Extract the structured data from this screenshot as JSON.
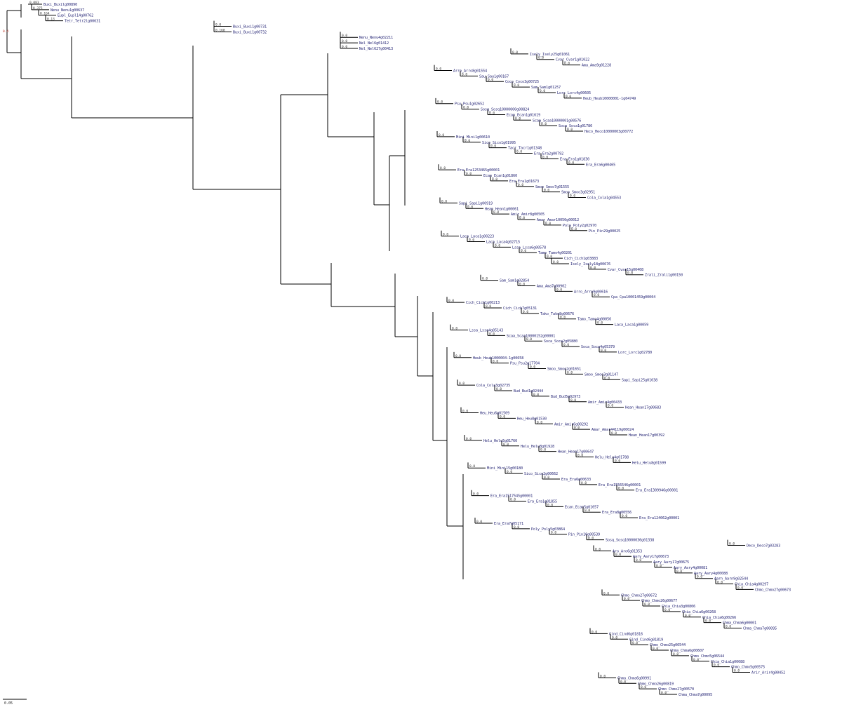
{
  "tree": {
    "scale_label": "0.05",
    "root_support": "0.4",
    "tips": [
      {
        "label": "Buxi_Buxilg00890",
        "length": "0.083"
      },
      {
        "label": "Nenu_Nenu1g00637",
        "length": "0.375"
      },
      {
        "label": "Eupl_Eupl14g00762",
        "length": "0.164"
      },
      {
        "label": "Tetr_Tetr2lg00631",
        "length": "0.13"
      },
      {
        "label": "Buxi_Buxi1g00731",
        "length": "0.0"
      },
      {
        "label": "Buxi_Buxi1g00732",
        "length": "0.168"
      },
      {
        "label": "Nenu_Nenu4g02211",
        "length": "0.0"
      },
      {
        "label": "Nel_Nel6g01412",
        "length": "0.0"
      },
      {
        "label": "Nel_Nel627g00413",
        "length": "0.0"
      },
      {
        "label": "Isely_Isely25g01061",
        "length": "0.0"
      },
      {
        "label": "Cvar_Cvar1g01022",
        "length": "0.0"
      },
      {
        "label": "Ama_Ama9g01228",
        "length": "0.0"
      },
      {
        "label": "Arro_Arro8g01554",
        "length": "0.0"
      },
      {
        "label": "Sau_Sau1g00167",
        "length": "0.0"
      },
      {
        "label": "Coco_Coco3g00725",
        "length": "0.0"
      },
      {
        "label": "Sam_Sam1g01257",
        "length": "0.0"
      },
      {
        "label": "Lorc_Lorc4g00605",
        "length": "0.0"
      },
      {
        "label": "Heub_Heub10000001-1g04749",
        "length": "0.0"
      },
      {
        "label": "Psu_Psu1g02652",
        "length": "0.0"
      },
      {
        "label": "Sosq_Sosq10000000g00824",
        "length": "0.0"
      },
      {
        "label": "Ecan_Ecan1g01619",
        "length": "0.0"
      },
      {
        "label": "Scaa_Scaa10000001g00576",
        "length": "0.0"
      },
      {
        "label": "Soca_Soca1g01786",
        "length": "0.0"
      },
      {
        "label": "Heco_Heco10000003g00772",
        "length": "0.0"
      },
      {
        "label": "Mini_Mini1g00610",
        "length": "0.0"
      },
      {
        "label": "Sico_Sico1g01995",
        "length": "0.0"
      },
      {
        "label": "Tacr_Tacr1g01348",
        "length": "0.0"
      },
      {
        "label": "Era_Era2g00792",
        "length": "0.0"
      },
      {
        "label": "Era_Era1g01830",
        "length": "0.0"
      },
      {
        "label": "Era_Era6g00465",
        "length": "0.0"
      },
      {
        "label": "Era_Era1253465g00001",
        "length": "0.0"
      },
      {
        "label": "Ecan_Ecan1g01860",
        "length": "0.0"
      },
      {
        "label": "Era_Era1g01673",
        "length": "0.0"
      },
      {
        "label": "Smoo_Smoo7g01555",
        "length": "0.0"
      },
      {
        "label": "Smoo_Smoo3g02951",
        "length": "0.0"
      },
      {
        "label": "Cola_Cola1g04553",
        "length": "0.0"
      },
      {
        "label": "Sapi_Sapi1g00919",
        "length": "0.0"
      },
      {
        "label": "Hean_Hean1g00061",
        "length": "0.0"
      },
      {
        "label": "Amir_Amir8g00505",
        "length": "0.0"
      },
      {
        "label": "Amar_Amar10050g00012",
        "length": "0.0"
      },
      {
        "label": "Poly_Poly2g02970",
        "length": "0.0"
      },
      {
        "label": "Pin_Pin29g00025",
        "length": "0.0"
      },
      {
        "label": "Laca_Laca1g00223",
        "length": "0.0"
      },
      {
        "label": "Laca_Laca4g02715",
        "length": "0.0"
      },
      {
        "label": "Lssa_Lssa6g00578",
        "length": "0.0"
      },
      {
        "label": "Tamo_Tamo4g00201",
        "length": "0.0"
      },
      {
        "label": "Cich_Cich1g03883",
        "length": "0.0"
      },
      {
        "label": "Isely_Isely18g00676",
        "length": "0.0"
      },
      {
        "label": "Cvar_Cvar15g00408",
        "length": "0.0"
      },
      {
        "label": "Zrali_Zrali1g00150",
        "length": "0.0"
      },
      {
        "label": "Sam_Sam1g02854",
        "length": "0.0"
      },
      {
        "label": "Ama_Ama7g00902",
        "length": "0.0"
      },
      {
        "label": "Arro_Arro9g00616",
        "length": "0.0"
      },
      {
        "label": "Cpa_Cpa10001459g00004",
        "length": "0.0"
      },
      {
        "label": "Cich_Cich1g00213",
        "length": "0.0"
      },
      {
        "label": "Cich_Cich7g05131",
        "length": "0.0"
      },
      {
        "label": "Tako_Tako8g00676",
        "length": "0.0"
      },
      {
        "label": "Tamo_Tamo4g00056",
        "length": "0.0"
      },
      {
        "label": "Laca_Laca1g00059",
        "length": "0.0"
      },
      {
        "label": "Lssa_Lssa4g05143",
        "length": "0.0"
      },
      {
        "label": "Scaa_Scaa10000152g00001",
        "length": "0.0"
      },
      {
        "label": "Soca_Soca2g05880",
        "length": "0.0"
      },
      {
        "label": "Soca_Soca4g05379",
        "length": "0.0"
      },
      {
        "label": "Lorc_Lorc1g02780",
        "length": "0.0"
      },
      {
        "label": "Heub_Heub1000004-1g00658",
        "length": "0.0"
      },
      {
        "label": "Psu_Psu2g17704",
        "length": "0.0"
      },
      {
        "label": "Smoo_Smoo2g01651",
        "length": "0.0"
      },
      {
        "label": "Smoo_Smoo3g01147",
        "length": "0.0"
      },
      {
        "label": "Sapi_Sapi25g01038",
        "length": "0.0"
      },
      {
        "label": "Cola_Cola3g02735",
        "length": "0.0"
      },
      {
        "label": "Bud_Bud1g02444",
        "length": "0.0"
      },
      {
        "label": "Bud_Bud5g02973",
        "length": "0.0"
      },
      {
        "label": "Amir_Amir4g00433",
        "length": "0.0"
      },
      {
        "label": "Hean_Hean17g00683",
        "length": "0.0"
      },
      {
        "label": "Heu_Heu6g01509",
        "length": "0.0"
      },
      {
        "label": "Heu_Heu8g01530",
        "length": "0.0"
      },
      {
        "label": "Amir_Amir6g00292",
        "length": "0.0"
      },
      {
        "label": "Amar_Amar44119g00024",
        "length": "0.0"
      },
      {
        "label": "Hean_Hean17g00392",
        "length": "0.0"
      },
      {
        "label": "Helu_Helu5g01760",
        "length": "0.0"
      },
      {
        "label": "Helu_Helu8g01928",
        "length": "0.0"
      },
      {
        "label": "Hean_Hean17g00647",
        "length": "0.0"
      },
      {
        "label": "Helu_Helu4g01788",
        "length": "0.0"
      },
      {
        "label": "Helu_Helu8g01599",
        "length": "0.0"
      },
      {
        "label": "Mini_Mini15g00180",
        "length": "0.0"
      },
      {
        "label": "Sico_Sico2g00662",
        "length": "0.0"
      },
      {
        "label": "Era_Era6g00633",
        "length": "0.0"
      },
      {
        "label": "Era_Era1556546g00001",
        "length": "0.0"
      },
      {
        "label": "Era_Era1309946g00001",
        "length": "0.0"
      },
      {
        "label": "Era_Era1517545g00001",
        "length": "0.0"
      },
      {
        "label": "Era_Era1g01855",
        "length": "0.0"
      },
      {
        "label": "Ecan_Ecan5g01657",
        "length": "0.0"
      },
      {
        "label": "Era_Era8g00556",
        "length": "0.0"
      },
      {
        "label": "Era_Era124062g00001",
        "length": "0.0"
      },
      {
        "label": "Era_Era7g05171",
        "length": "0.0"
      },
      {
        "label": "Poly_Poly5g03864",
        "length": "0.0"
      },
      {
        "label": "Pin_Pin10g00539",
        "length": "0.0"
      },
      {
        "label": "Sosq_Sosq10000036g01338",
        "length": "0.0"
      },
      {
        "label": "Deco_Deco7g03283",
        "length": "0.0"
      },
      {
        "label": "Aro_Aro6g01353",
        "length": "0.0"
      },
      {
        "label": "Aary_Aary17g00673",
        "length": "0.0"
      },
      {
        "label": "Aary_Aary17g00675",
        "length": "0.0"
      },
      {
        "label": "Aary_Aary4g00081",
        "length": "0.0"
      },
      {
        "label": "Aary_Aary4g00088",
        "length": "0.0"
      },
      {
        "label": "Aarn_Aarn9g02544",
        "length": "0.0"
      },
      {
        "label": "Chia_Chia4g00297",
        "length": "0.0"
      },
      {
        "label": "Chmo_Chmo27g00673",
        "length": "0.0"
      },
      {
        "label": "Chmo_Chmo27g00672",
        "length": "0.0"
      },
      {
        "label": "Chmo_Chmo26g00677",
        "length": "0.0"
      },
      {
        "label": "Chia_Chia3g00806",
        "length": "0.0"
      },
      {
        "label": "Chia_Chia6g00268",
        "length": "0.0"
      },
      {
        "label": "Chia_Chia6g00266",
        "length": "0.0"
      },
      {
        "label": "Chma_Chma6g00001",
        "length": "0.0"
      },
      {
        "label": "Chma_Chma7g00095",
        "length": "0.0"
      },
      {
        "label": "Cind_Cind6g01816",
        "length": "0.0"
      },
      {
        "label": "Cind_Cind6g01819",
        "length": "0.0"
      },
      {
        "label": "Chmo_Chmo25g06544",
        "length": "0.0"
      },
      {
        "label": "Chma_Chma6g00607",
        "length": "0.0"
      },
      {
        "label": "Chmo_Chmo5g06544",
        "length": "0.0"
      },
      {
        "label": "Chia_Chia1g00088",
        "length": "0.0"
      },
      {
        "label": "Chmo_Chmo5g00575",
        "length": "0.0"
      },
      {
        "label": "Arir_Arir4g00452",
        "length": "0.0"
      },
      {
        "label": "Chma_Chma6g00991",
        "length": "0.0"
      },
      {
        "label": "Chmo_Chmo26g00819",
        "length": "0.0"
      },
      {
        "label": "Chmo_Chmo27g00570",
        "length": "0.0"
      },
      {
        "label": "Chma_Chma7g00095",
        "length": "0.0"
      }
    ]
  }
}
